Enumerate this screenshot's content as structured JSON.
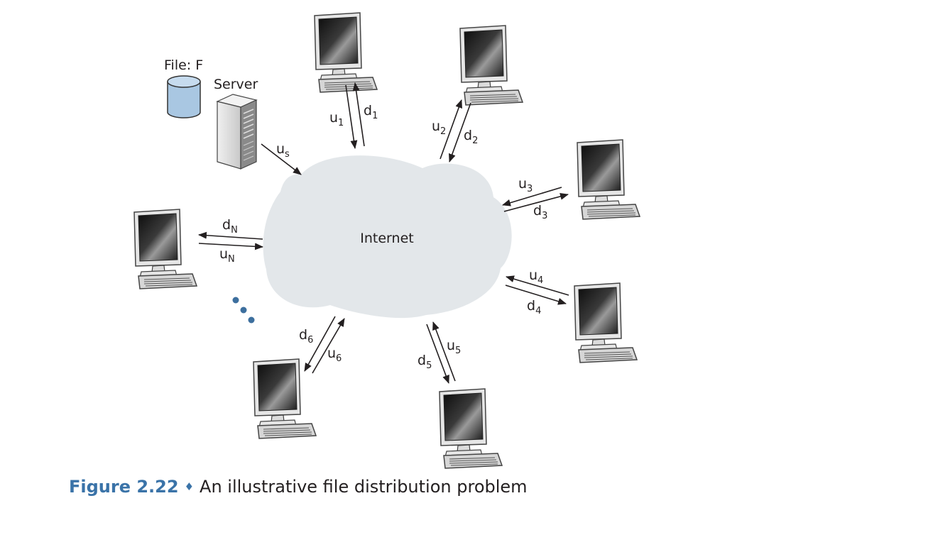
{
  "file_label": "File: F",
  "server_label": "Server",
  "cloud_label": "Internet",
  "server_link": {
    "u": "u",
    "u_sub": "s"
  },
  "peers": [
    {
      "id": 1,
      "u": "u",
      "u_sub": "1",
      "d": "d",
      "d_sub": "1"
    },
    {
      "id": 2,
      "u": "u",
      "u_sub": "2",
      "d": "d",
      "d_sub": "2"
    },
    {
      "id": 3,
      "u": "u",
      "u_sub": "3",
      "d": "d",
      "d_sub": "3"
    },
    {
      "id": 4,
      "u": "u",
      "u_sub": "4",
      "d": "d",
      "d_sub": "4"
    },
    {
      "id": 5,
      "u": "u",
      "u_sub": "5",
      "d": "d",
      "d_sub": "5"
    },
    {
      "id": 6,
      "u": "u",
      "u_sub": "6",
      "d": "d",
      "d_sub": "6"
    },
    {
      "id": "N",
      "u": "u",
      "u_sub": "N",
      "d": "d",
      "d_sub": "N"
    }
  ],
  "caption": {
    "number": "Figure 2.22",
    "separator": "♦",
    "text": "An illustrative file distribution problem"
  },
  "colors": {
    "cloud": "#e3e7ea",
    "database": "#a9c7e2",
    "caption_accent": "#3a73a8",
    "ellipsis_dots": "#3d6f9e"
  }
}
